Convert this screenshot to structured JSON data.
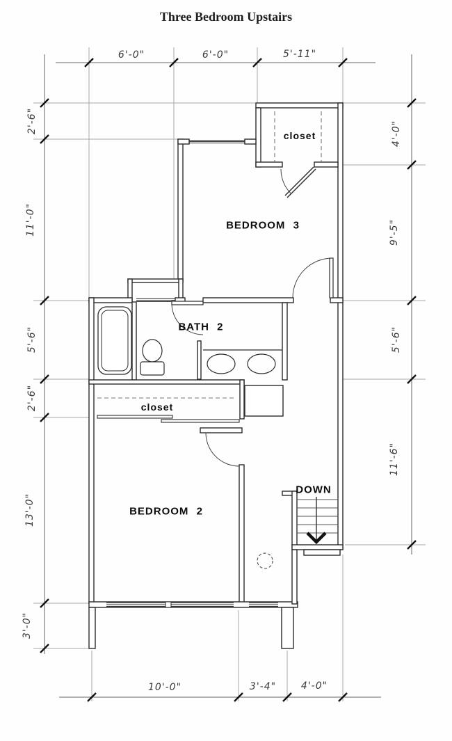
{
  "title": "Three Bedroom Upstairs",
  "rooms": {
    "closet_top": "closet",
    "bedroom3": "BEDROOM 3",
    "bath2": "BATH 2",
    "closet_mid": "closet",
    "bedroom2": "BEDROOM 2",
    "down": "DOWN"
  },
  "dimensions": {
    "top": [
      "6'-0\"",
      "6'-0\"",
      "5'-11\""
    ],
    "bottom": [
      "10'-0\"",
      "3'-4\"",
      "4'-0\""
    ],
    "left": [
      "2'-6\"",
      "11'-0\"",
      "5'-6\"",
      "2'-6\"",
      "13'-0\"",
      "3'-0\""
    ],
    "right": [
      "4'-0\"",
      "9'-5\"",
      "5'-6\"",
      "11'-6\""
    ]
  },
  "colors": {
    "wall": "#2b2b2b",
    "dimension_line": "#666666",
    "extension_line": "#a8a8a8",
    "label": "#0b0b0b"
  }
}
